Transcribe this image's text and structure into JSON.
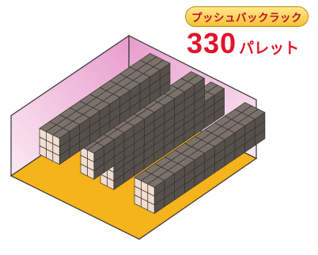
{
  "badge": {
    "label": "プッシュバックラック"
  },
  "capacity": {
    "value": "330",
    "unit": "パレット"
  },
  "colors": {
    "floor": "#f5b31c",
    "wall_light": "#fbeaf3",
    "wall_dark": "#e79ccc",
    "outline": "#333333",
    "pallet_top": "#7a7169",
    "pallet_right": "#57504a",
    "pallet_left": "#f2ddd0",
    "label_red": "#e0142a"
  },
  "rack_rows": [
    {
      "name": "row-1",
      "depth": 11,
      "width": 3,
      "levels": 3
    },
    {
      "name": "row-2",
      "depth": 11,
      "width": 2,
      "levels": 3
    },
    {
      "name": "row-3",
      "depth": 11,
      "width": 2,
      "levels": 3
    },
    {
      "name": "row-4",
      "depth": 11,
      "width": 3,
      "levels": 3
    }
  ]
}
